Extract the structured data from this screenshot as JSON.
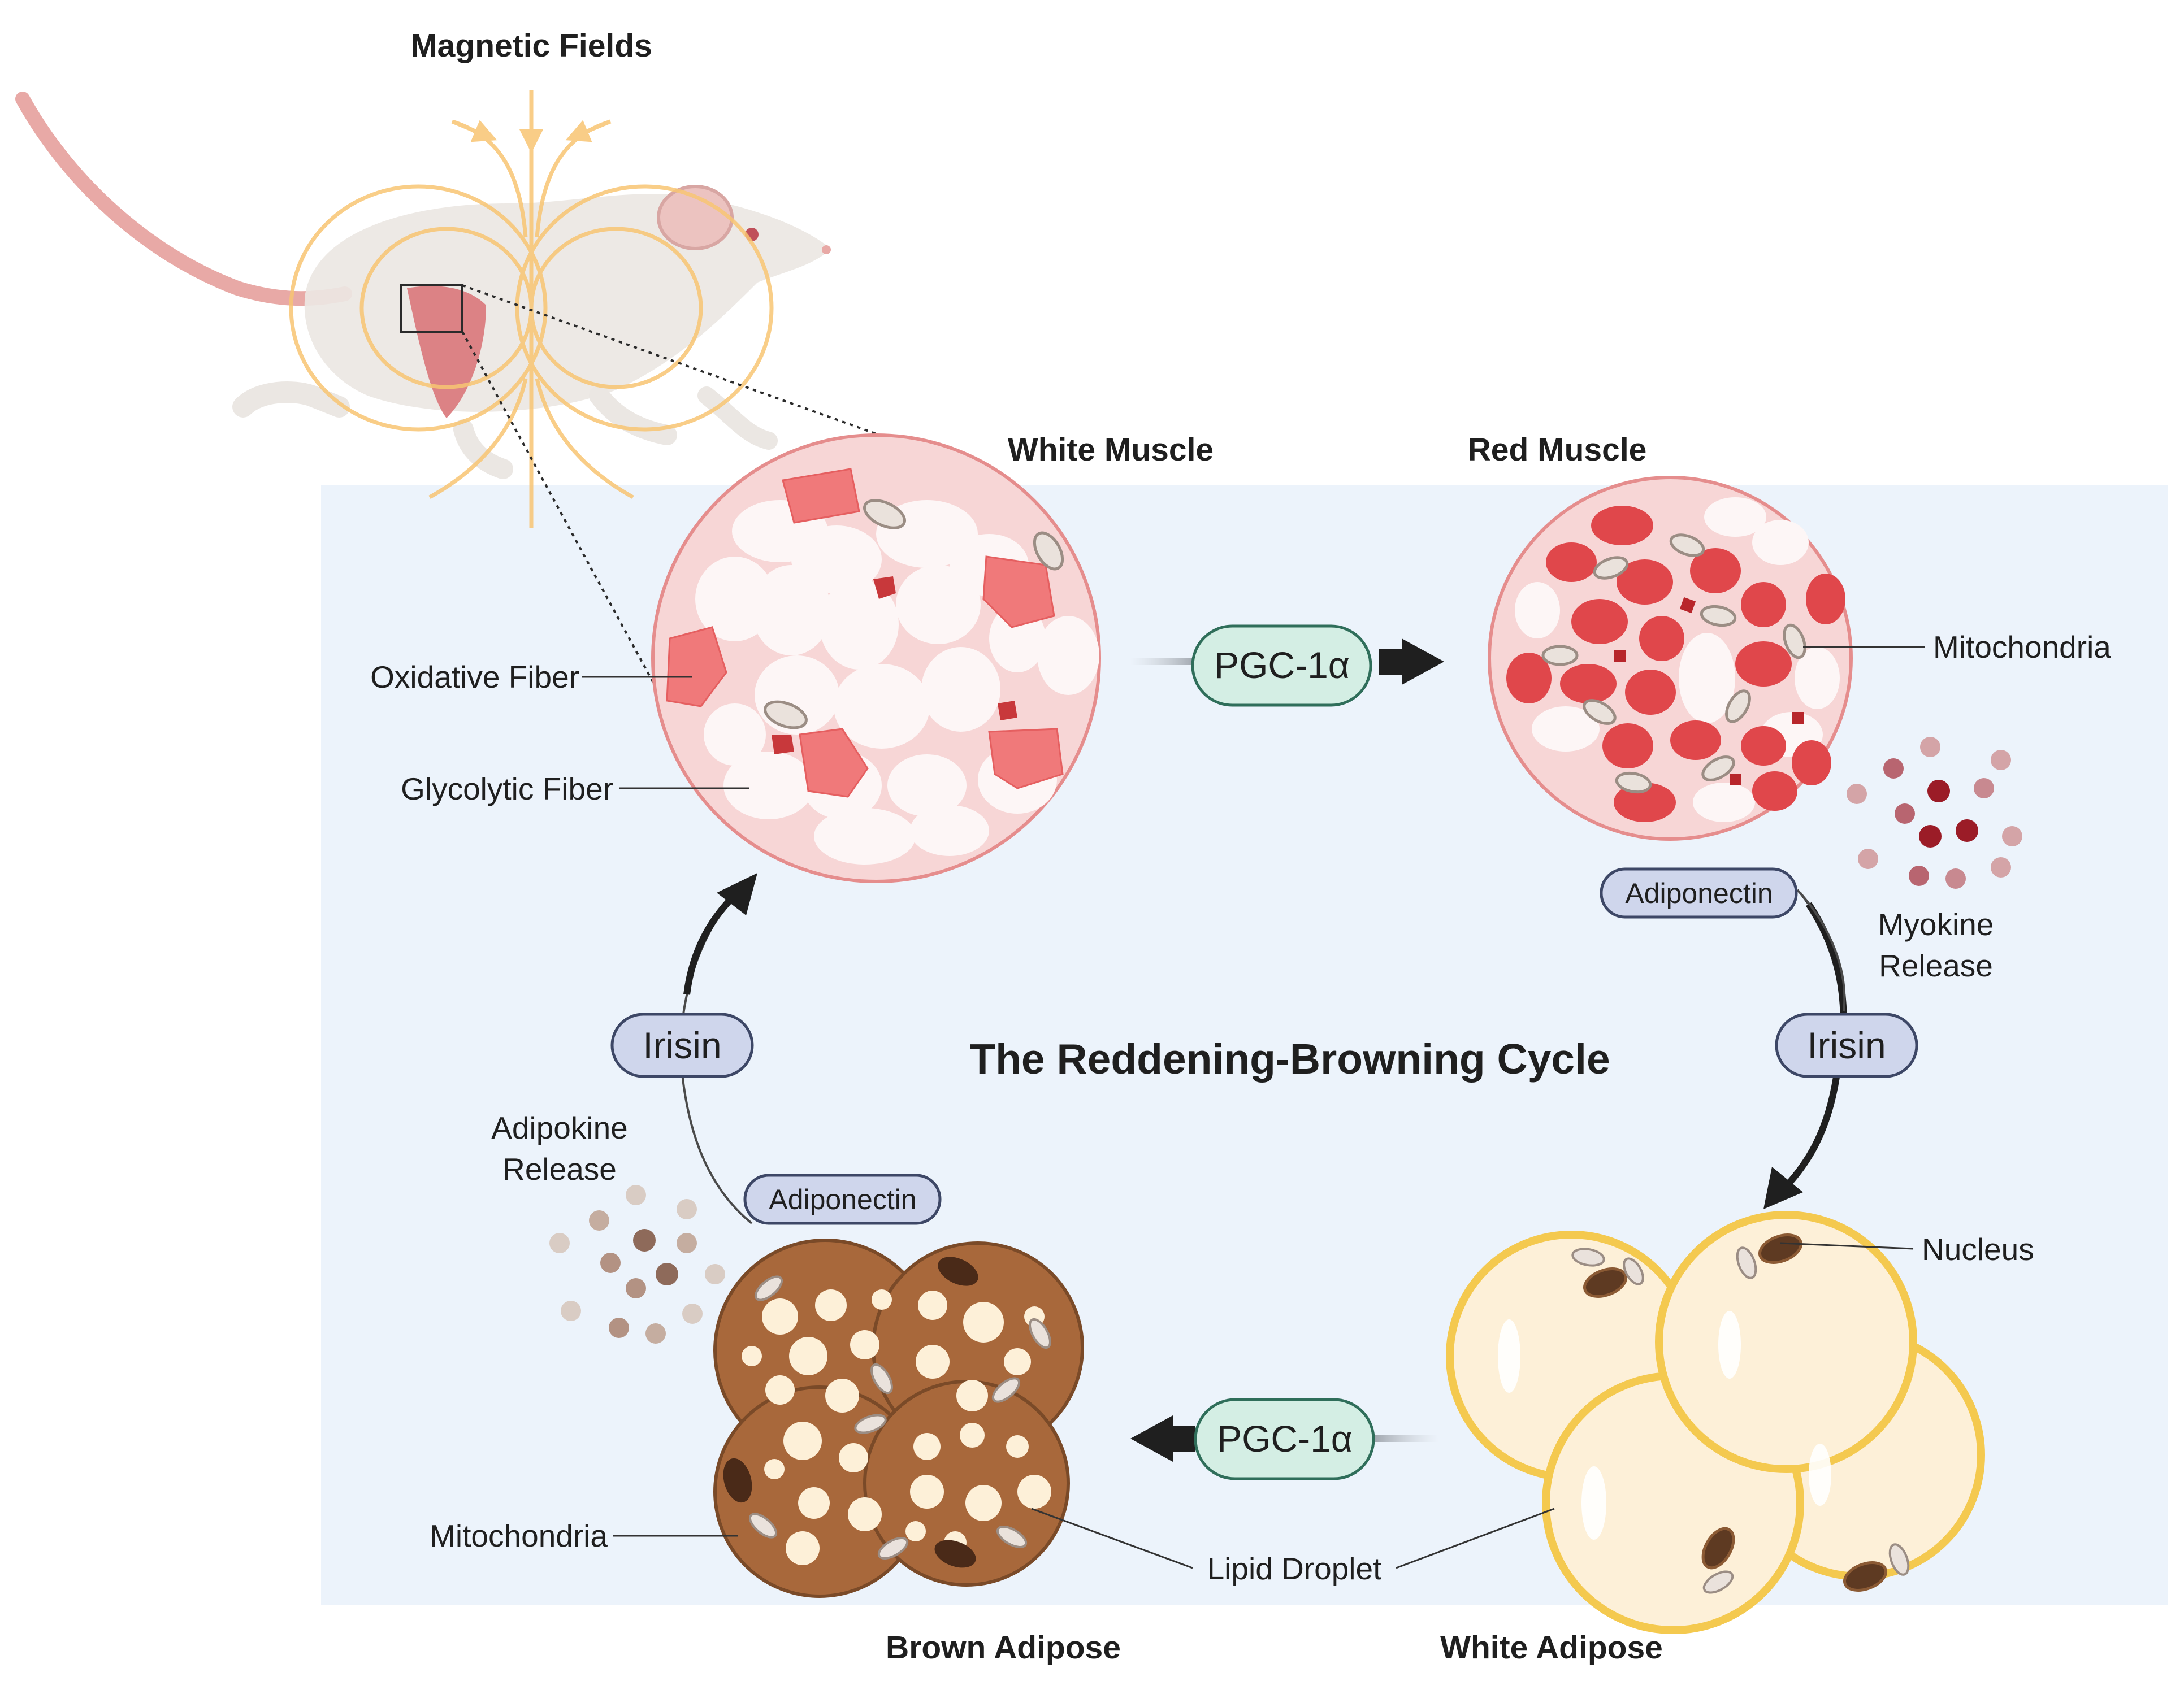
{
  "titles": {
    "magnetic_fields": "Magnetic Fields",
    "white_muscle": "White Muscle",
    "red_muscle": "Red Muscle",
    "brown_adipose": "Brown Adipose",
    "white_adipose": "White Adipose",
    "cycle": "The Reddening-Browning Cycle"
  },
  "labels": {
    "oxidative_fiber": "Oxidative Fiber",
    "glycolytic_fiber": "Glycolytic Fiber",
    "mitochondria_top": "Mitochondria",
    "myokine_line1": "Myokine",
    "myokine_line2": "Release",
    "adipokine_line1": "Adipokine",
    "adipokine_line2": "Release",
    "nucleus": "Nucleus",
    "mitochondria_bottom": "Mitochondria",
    "lipid_droplet": "Lipid Droplet"
  },
  "pills": {
    "pgc_top": "PGC-1α",
    "pgc_bottom": "PGC-1α",
    "irisin_left": "Irisin",
    "irisin_right": "Irisin",
    "adiponectin_top": "Adiponectin",
    "adiponectin_bottom": "Adiponectin"
  },
  "colors": {
    "panel_bg": "#ecf3fb",
    "muscle_base": "#f7d6d6",
    "muscle_rim": "#e58d8d",
    "oxidative_fiber": "#f0797a",
    "red_fiber": "#e0474b",
    "brown_fat": "#a8683b",
    "white_fat_rim": "#f4c94f",
    "white_fat_fill": "#fdf0d8",
    "pgc_fill": "#d4eee4",
    "irisin_fill": "#cfd6ec",
    "field_lines": "#f8c573"
  }
}
